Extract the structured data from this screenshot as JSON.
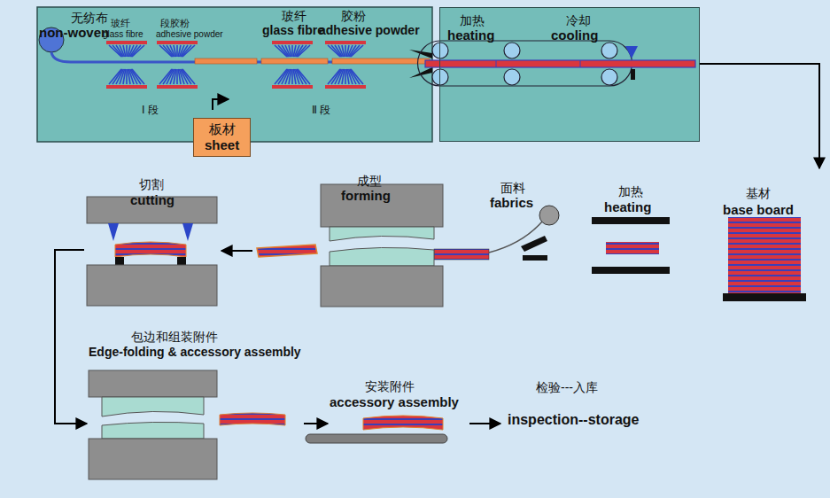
{
  "diagram": {
    "nodes": [
      {
        "text": [
          "板材",
          "sheet"
        ]
      },
      {
        "text": [
          "加热",
          "heating",
          "冷却",
          "cooling"
        ]
      },
      {
        "text": [
          "基材",
          "base board"
        ]
      },
      {
        "text": [
          "加热",
          "heating"
        ]
      },
      {
        "text": [
          "面料",
          "fabrics"
        ]
      },
      {
        "text": [
          "成型",
          "forming"
        ]
      },
      {
        "text": [
          "切割",
          "cutting"
        ]
      },
      {
        "text": [
          "包边和组装附件",
          "Edge-folding & accessory assembly"
        ]
      },
      {
        "text": [
          "安装附件",
          "accessory assembly"
        ]
      },
      {
        "text": [
          "检验---入库",
          "inspection--storage"
        ]
      }
    ],
    "edges": [
      {
        "from": 1,
        "to": 2,
        "arrow": "to"
      },
      {
        "from": 5,
        "to": 6,
        "arrow": "to"
      },
      {
        "from": 6,
        "to": 7,
        "arrow": "to"
      },
      {
        "from": 7,
        "to": 8,
        "arrow": "to"
      },
      {
        "from": 8,
        "to": 9,
        "arrow": "to"
      }
    ],
    "labels": [
      "无纺布",
      "non-woven",
      "玻纤",
      "glass fibre",
      "段胶粉",
      "adhesive powder",
      "玻纤",
      "glass fibre",
      "胶粉",
      "adhesive powder",
      "Ⅰ 段",
      "Ⅱ 段"
    ]
  }
}
